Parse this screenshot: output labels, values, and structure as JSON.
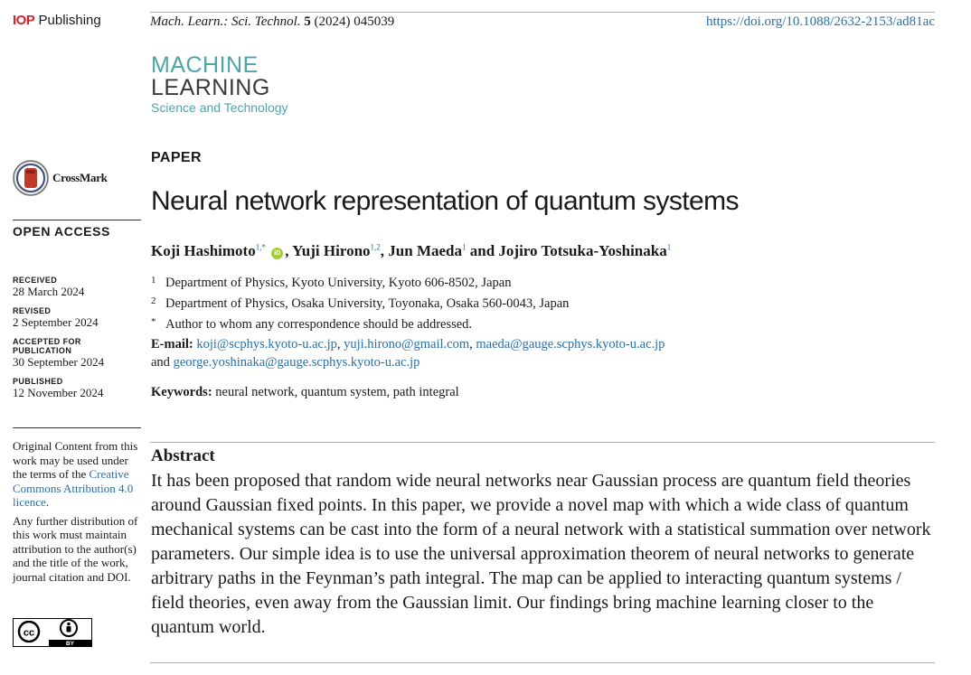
{
  "header": {
    "publisher_bold": "IOP",
    "publisher_rest": " Publishing",
    "journal_italic": "Mach. Learn.: Sci. Technol.",
    "volume": "5",
    "year_article": "(2024) 045039",
    "doi": "https://doi.org/10.1088/2632-2153/ad81ac"
  },
  "journal_logo": {
    "line1": "MACHINE",
    "line2": "LEARNING",
    "line3": "Science and Technology"
  },
  "sidebar": {
    "crossmark": "CrossMark",
    "open_access": "OPEN ACCESS",
    "dates": [
      {
        "label": "RECEIVED",
        "value": "28 March 2024"
      },
      {
        "label": "REVISED",
        "value": "2 September 2024"
      },
      {
        "label": "ACCEPTED FOR PUBLICATION",
        "value": "30 September 2024"
      },
      {
        "label": "PUBLISHED",
        "value": "12 November 2024"
      }
    ],
    "license_p1_pre": "Original Content from this work may be used under the terms of the ",
    "license_link": "Creative Commons Attribution 4.0 licence",
    "license_p1_post": ".",
    "license_p2": "Any further distribution of this work must maintain attribution to the author(s) and the title of the work, journal citation and DOI.",
    "cc_by": "BY"
  },
  "article": {
    "type": "PAPER",
    "title": "Neural network representation of quantum systems",
    "authors": [
      {
        "name": "Koji Hashimoto",
        "sup": "1,*",
        "orcid": "iD"
      },
      {
        "name": "Yuji Hirono",
        "sup": "1,2"
      },
      {
        "name": "Jun Maeda",
        "sup": "1"
      },
      {
        "name": "Jojiro Totsuka-Yoshinaka",
        "sup": "1"
      }
    ],
    "sep_comma": ", ",
    "sep_and": " and ",
    "affiliations": [
      {
        "mark": "1",
        "text": "Department of Physics, Kyoto University, Kyoto 606-8502, Japan"
      },
      {
        "mark": "2",
        "text": "Department of Physics, Osaka University, Toyonaka, Osaka 560-0043, Japan"
      },
      {
        "mark": "*",
        "text": "Author to whom any correspondence should be addressed."
      }
    ],
    "email_label": "E-mail:",
    "emails": [
      "koji@scphys.kyoto-u.ac.jp",
      "yuji.hirono@gmail.com",
      "maeda@gauge.scphys.kyoto-u.ac.jp",
      "george.yoshinaka@gauge.scphys.kyoto-u.ac.jp"
    ],
    "email_sep": ", ",
    "email_and": "and ",
    "keywords_label": "Keywords:",
    "keywords": " neural network, quantum system, path integral",
    "abstract_title": "Abstract",
    "abstract": "It has been proposed that random wide neural networks near Gaussian process are quantum field theories around Gaussian fixed points. In this paper, we provide a novel map with which a wide class of quantum mechanical systems can be cast into the form of a neural network with a statistical summation over network parameters. Our simple idea is to use the universal approximation theorem of neural networks to generate arbitrary paths in the Feynman’s path integral. The map can be applied to interacting quantum systems / field theories, even away from the Gaussian limit. Our findings bring machine learning closer to the quantum world."
  }
}
